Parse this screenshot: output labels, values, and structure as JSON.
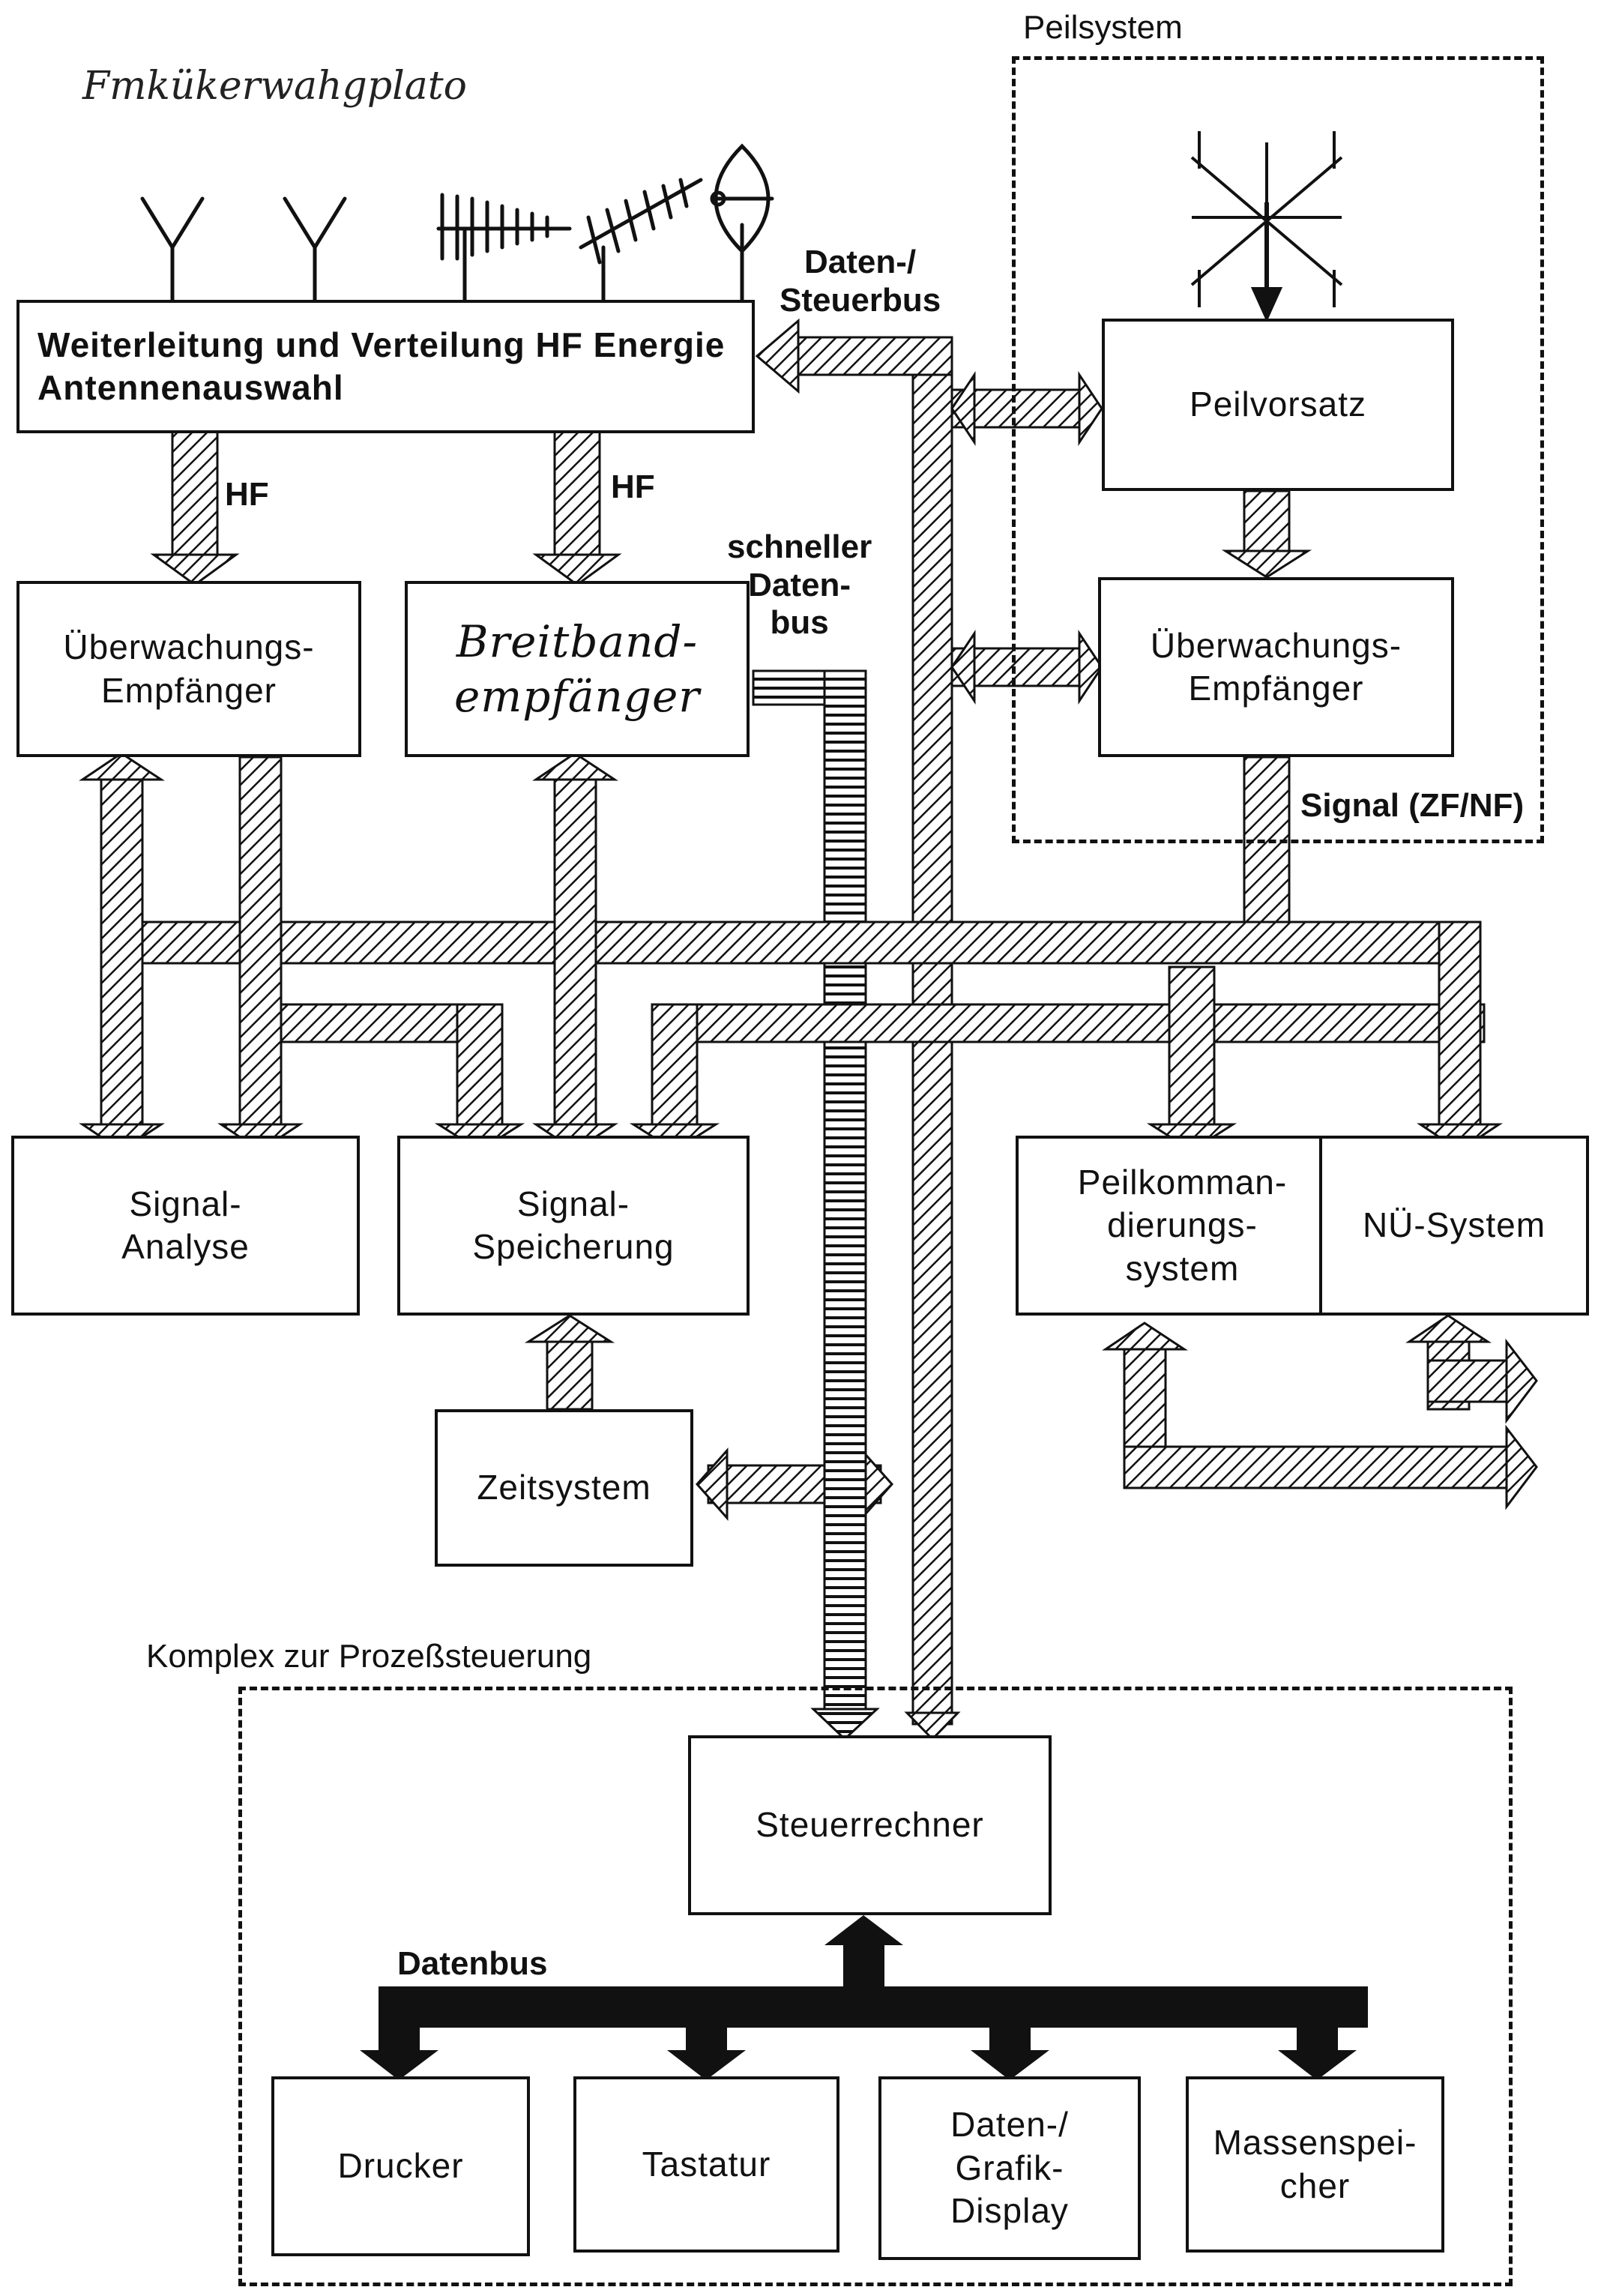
{
  "handwritten_note": "Fmkükerwahgplato",
  "frames": {
    "peilsystem_label": "Peilsystem",
    "prozess_label": "Komplex zur Prozeßsteuerung"
  },
  "labels": {
    "daten_steuerbus": "Daten-/\nSteuerbus",
    "hf_left": "HF",
    "hf_right": "HF",
    "schneller_datenbus": "schneller\nDaten-\nbus",
    "signal_zf_nf": "Signal (ZF/NF)",
    "datenbus": "Datenbus"
  },
  "boxes": {
    "hf_verteilung": "Weiterleitung und Verteilung HF Energie\nAntennenauswahl",
    "ueberwachung_left": "Überwachungs-\nEmpfänger",
    "breitband": "Breitband-\nempfänger",
    "peilvorsatz": "Peilvorsatz",
    "ueberwachung_right": "Überwachungs-\nEmpfänger",
    "signal_analyse": "Signal-\nAnalyse",
    "signal_speicherung": "Signal-\nSpeicherung",
    "peilkommandierung": "Peilkomman-\ndierungs-\nsystem",
    "nue_system": "NÜ-System",
    "zeitsystem": "Zeitsystem",
    "steuerrechner": "Steuerrechner",
    "drucker": "Drucker",
    "tastatur": "Tastatur",
    "daten_grafik": "Daten-/\nGrafik-\nDisplay",
    "massenspeicher": "Massenspei-\ncher"
  }
}
